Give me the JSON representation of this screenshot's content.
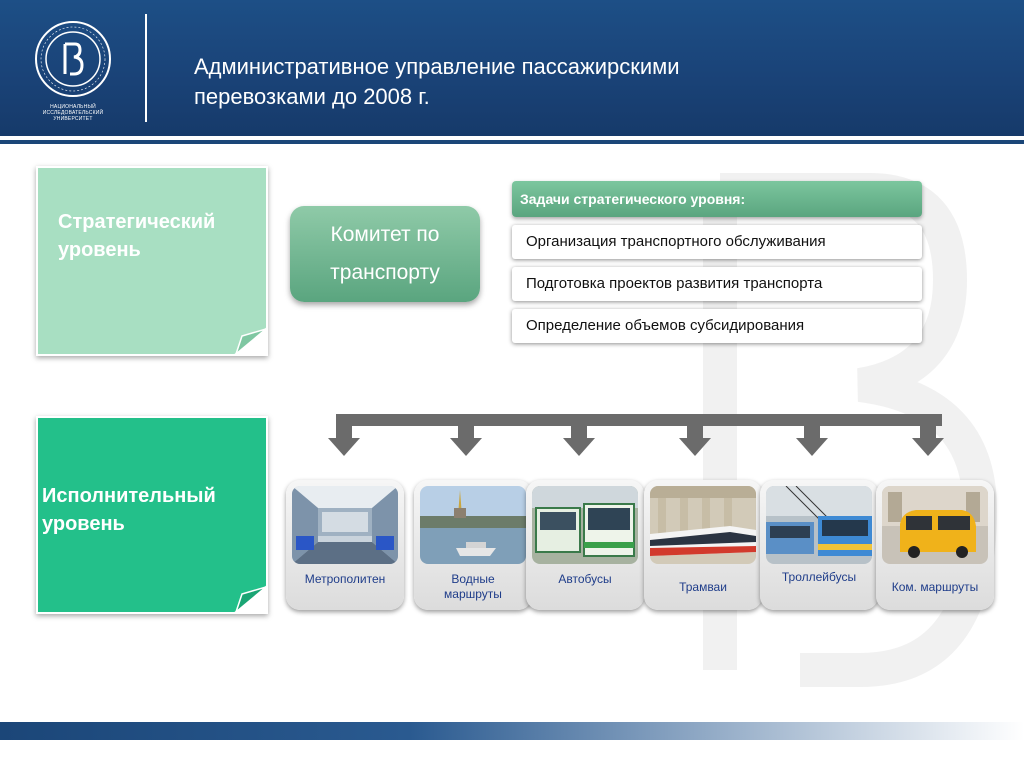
{
  "header": {
    "title_line1": "Административное управление пассажирскими",
    "title_line2": "перевозками до 2008 г.",
    "logo_caption_line1": "НАЦИОНАЛЬНЫЙ ИССЛЕДОВАТЕЛЬСКИЙ",
    "logo_caption_line2": "УНИВЕРСИТЕТ"
  },
  "levels": {
    "strategic_line1": "Стратегический",
    "strategic_line2": "уровень",
    "exec_line1": "Исполнительный",
    "exec_line2": "уровень"
  },
  "committee": {
    "line1": "Комитет по",
    "line2": "транспорту"
  },
  "tasks": {
    "header": "Задачи стратегического уровня:",
    "items": [
      "Организация транспортного обслуживания",
      "Подготовка проектов развития транспорта",
      "Определение объемов субсидирования"
    ]
  },
  "transport": [
    {
      "line1": "Метрополитен",
      "line2": ""
    },
    {
      "line1": "Водные",
      "line2": "маршруты"
    },
    {
      "line1": "Автобусы",
      "line2": ""
    },
    {
      "line1": "Трамваи",
      "line2": ""
    },
    {
      "line1": "Троллейбусы",
      "line2": ""
    },
    {
      "line1": "Ком. маршруты",
      "line2": ""
    }
  ],
  "colors": {
    "header_blue": "#1a4378",
    "strategic_green": "#a8dfc2",
    "exec_green": "#23c08a",
    "committee_green": "#5aa57f",
    "label_blue": "#1f3d8a",
    "arrow_gray": "#6b6b6b"
  }
}
